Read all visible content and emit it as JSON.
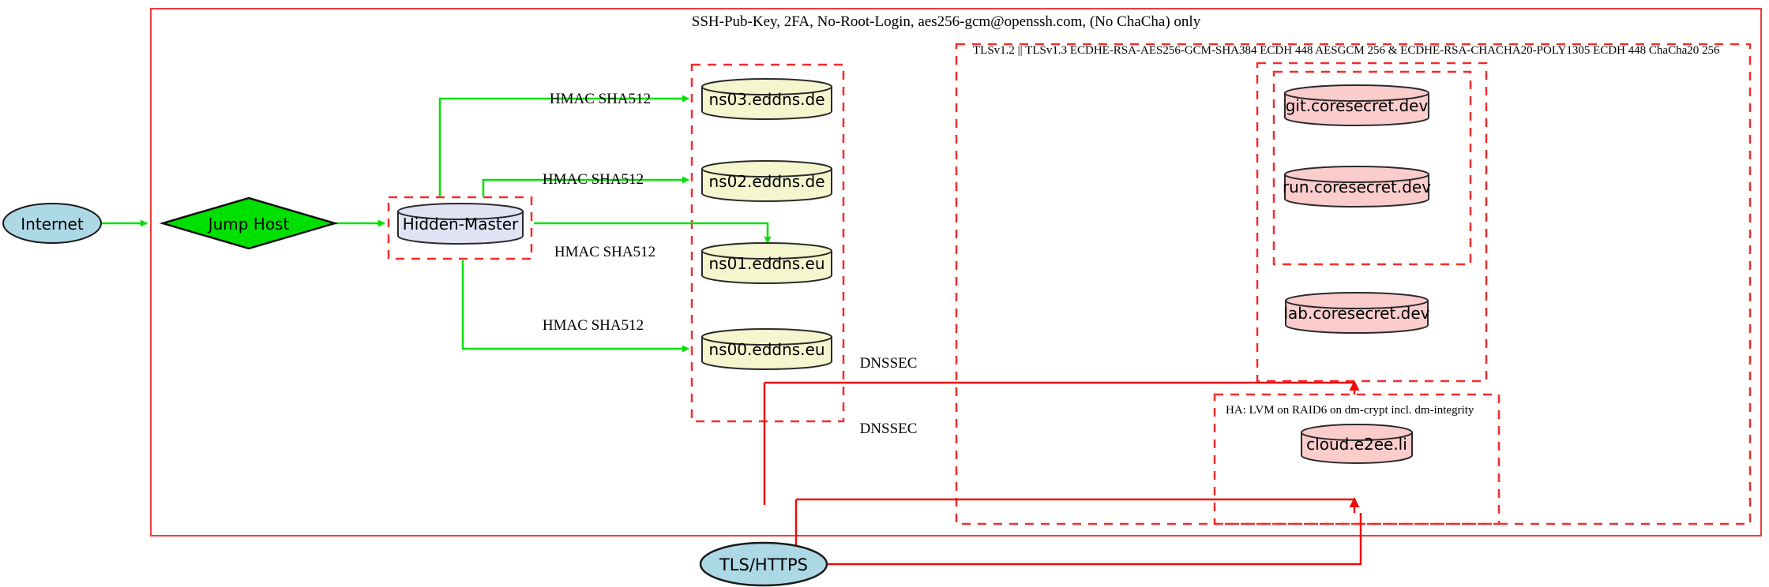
{
  "diagram": {
    "title_label": "SSH-Pub-Key, 2FA, No-Root-Login, aes256-gcm@openssh.com, (No ChaCha) only",
    "tls_label": "TLSv1.2 || TLSv1.3 ECDHE-RSA-AES256-GCM-SHA384 ECDH 448 AESGCM 256 & ECDHE-RSA-CHACHA20-POLY1305 ECDH 448 ChaCha20 256",
    "ha_label": "HA: LVM on RAID6 on dm-crypt incl. dm-integrity",
    "colors": {
      "internet_fill": "#add8e6",
      "jumphost_fill": "#00e000",
      "hidden_master_fill": "#e2e2f5",
      "dns_fill": "#f5f5ce",
      "app_fill": "#fbcccc",
      "green_edge": "#00e000",
      "red_edge": "#f00a0a",
      "red_box": "#ee3b3b"
    },
    "nodes": {
      "internet": "Internet",
      "jump_host": "Jump Host",
      "hidden_master": "Hidden-Master",
      "tls_https": "TLS/HTTPS",
      "ns03": "ns03.eddns.de",
      "ns02": "ns02.eddns.de",
      "ns01": "ns01.eddns.eu",
      "ns00": "ns00.eddns.eu",
      "git": "git.coresecret.dev",
      "run": "run.coresecret.dev",
      "lab": "lab.coresecret.dev",
      "cloud": "cloud.e2ee.li"
    },
    "edge_labels": {
      "hmac_ns03": "HMAC SHA512",
      "hmac_ns02": "HMAC SHA512",
      "hmac_ns01": "HMAC SHA512",
      "hmac_ns00": "HMAC SHA512",
      "dnssec_upper": "DNSSEC",
      "dnssec_lower": "DNSSEC"
    }
  }
}
